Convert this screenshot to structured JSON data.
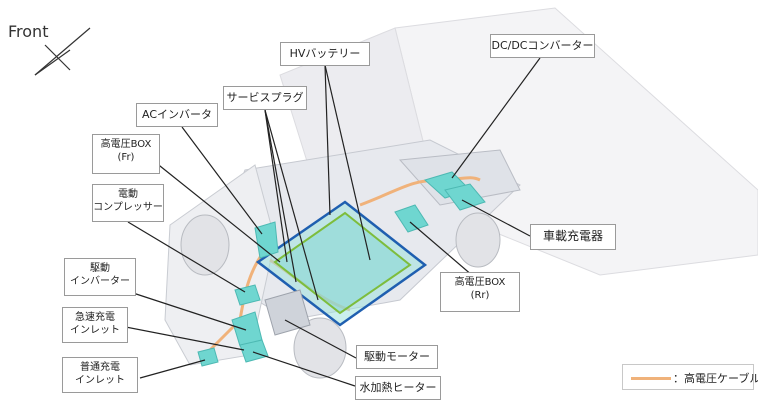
{
  "compass": {
    "front_label": "Front"
  },
  "labels": {
    "hv_battery": "HVバッテリー",
    "dcdc_converter": "DC/DCコンバーター",
    "service_plug": "サービスプラグ",
    "ac_inverter": "ACインバータ",
    "hv_box_fr_line1": "高電圧BOX",
    "hv_box_fr_line2": "(Fr)",
    "compressor_line1": "電動",
    "compressor_line2": "コンプレッサー",
    "drive_inverter_line1": "駆動",
    "drive_inverter_line2": "インバーター",
    "quick_charge_line1": "急速充電",
    "quick_charge_line2": "インレット",
    "normal_charge_line1": "普通充電",
    "normal_charge_line2": "インレット",
    "onboard_charger": "車載充電器",
    "hv_box_rr_line1": "高電圧BOX",
    "hv_box_rr_line2": "(Rr)",
    "drive_motor": "駆動モーター",
    "water_heater": "水加熱ヒーター"
  },
  "legend": {
    "text": "：高電圧ケーブル",
    "color": "#f0b27a"
  },
  "colors": {
    "battery_outline": "#1f5fb0",
    "battery_inner": "#7dbd3c",
    "component": "#6fd6d0",
    "cable": "#f0b27a",
    "leader": "#222222"
  }
}
